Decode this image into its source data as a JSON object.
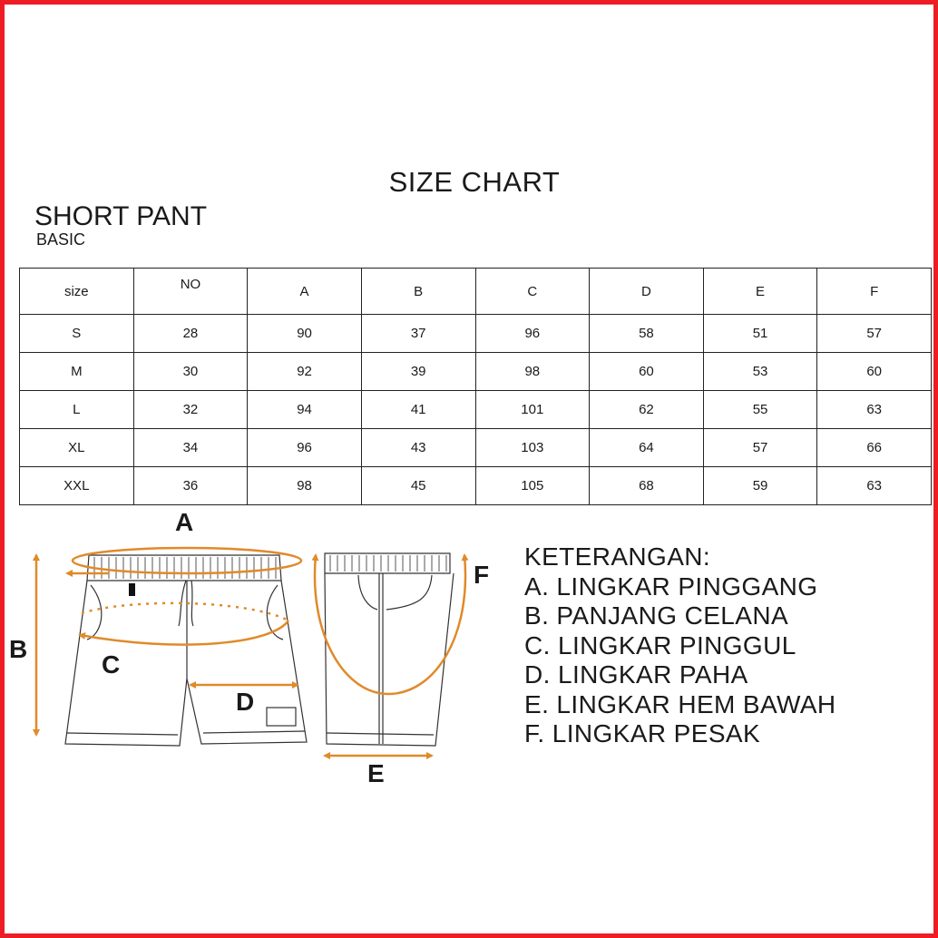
{
  "header": {
    "title": "SIZE CHART",
    "product": "SHORT PANT",
    "variant": "BASIC"
  },
  "table": {
    "columns": [
      "size",
      "NO",
      "A",
      "B",
      "C",
      "D",
      "E",
      "F"
    ],
    "rows": [
      [
        "S",
        "28",
        "90",
        "37",
        "96",
        "58",
        "51",
        "57"
      ],
      [
        "M",
        "30",
        "92",
        "39",
        "98",
        "60",
        "53",
        "60"
      ],
      [
        "L",
        "32",
        "94",
        "41",
        "101",
        "62",
        "55",
        "63"
      ],
      [
        "XL",
        "34",
        "96",
        "43",
        "103",
        "64",
        "57",
        "66"
      ],
      [
        "XXL",
        "36",
        "98",
        "45",
        "105",
        "68",
        "59",
        "63"
      ]
    ]
  },
  "diagram": {
    "labels": {
      "a": "A",
      "b": "B",
      "c": "C",
      "d": "D",
      "e": "E",
      "f": "F"
    },
    "arrow_color": "#e08a2a"
  },
  "legend": {
    "heading": "KETERANGAN:",
    "items": [
      "A. LINGKAR PINGGANG",
      "B. PANJANG CELANA",
      "C. LINGKAR PINGGUL",
      "D. LINGKAR PAHA",
      "E. LINGKAR HEM BAWAH",
      "F. LINGKAR PESAK"
    ]
  },
  "colors": {
    "border": "#ee1c25",
    "text": "#1a1a1a"
  }
}
